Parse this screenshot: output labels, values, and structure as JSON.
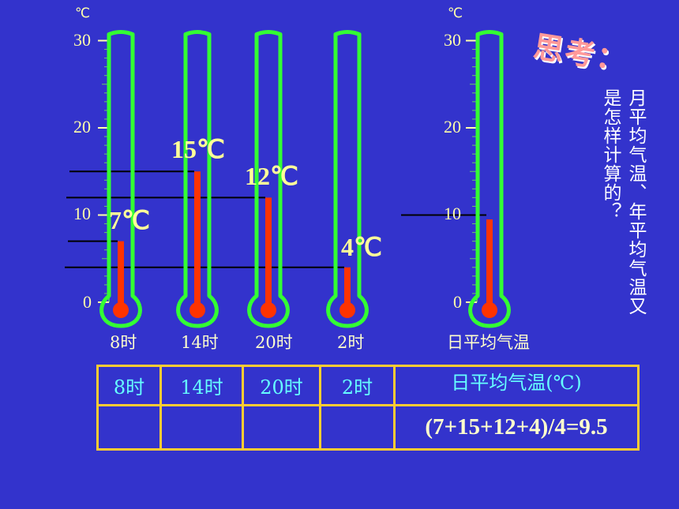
{
  "unit_label": "℃",
  "ticks": [
    "0",
    "10",
    "20",
    "30"
  ],
  "thermometers": [
    {
      "label": "8时",
      "reading_label": "7℃",
      "value": 7
    },
    {
      "label": "14时",
      "reading_label": "15℃",
      "value": 15
    },
    {
      "label": "20时",
      "reading_label": "12℃",
      "value": 12
    },
    {
      "label": "2时",
      "reading_label": "4℃",
      "value": 4
    }
  ],
  "average_thermometer": {
    "label": "日平均气温",
    "value": 9.5
  },
  "think_title": "思考：",
  "question": "月平均气温、年平均气温又是怎样计算的？",
  "table": {
    "headers": [
      "8时",
      "14时",
      "20时",
      "2时",
      "日平均气温(℃)"
    ],
    "formula": "(7+15+12+4)/4=9.5"
  },
  "colors": {
    "background": "#3333cc",
    "tube": "#33ff33",
    "mercury": "#ff3300",
    "table_border": "#ffcc33"
  }
}
